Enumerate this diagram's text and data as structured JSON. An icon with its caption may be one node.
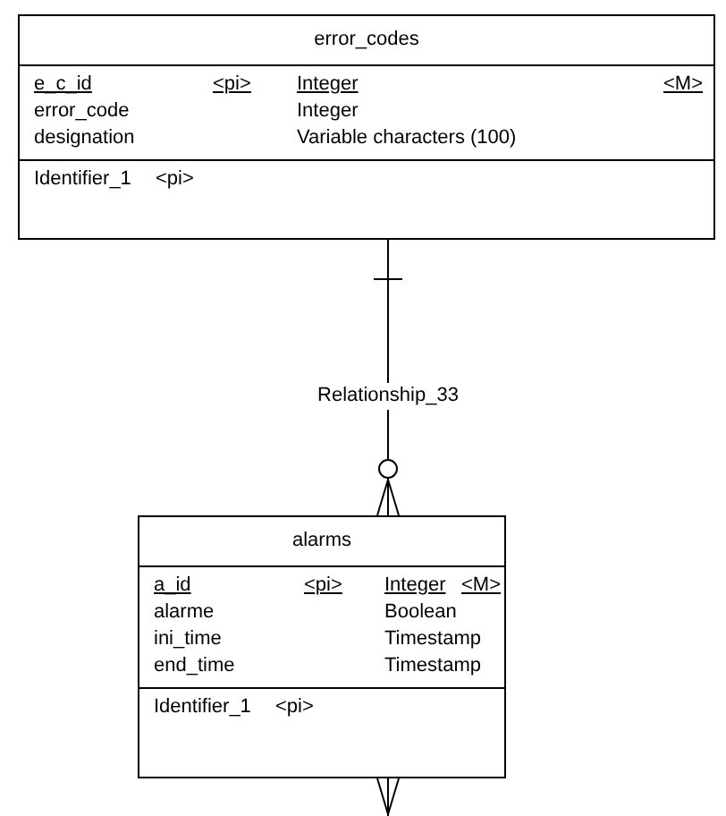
{
  "diagram": {
    "nodes": [
      {
        "text": [
          "error_codes",
          "e_c_id",
          "<pi>",
          "Integer",
          "<M>",
          "error_code",
          "Integer",
          "designation",
          "Variable characters (100)",
          "Identifier_1",
          "<pi>"
        ]
      },
      {
        "text": [
          "alarms",
          "a_id",
          "<pi>",
          "Integer",
          "<M>",
          "alarme",
          "Boolean",
          "ini_time",
          "Timestamp",
          "end_time",
          "Timestamp",
          "Identifier_1",
          "<pi>"
        ]
      }
    ],
    "edges": [
      {
        "from": 0,
        "to": 1,
        "arrow": "other",
        "label": "Relationship_33"
      },
      {
        "from": null,
        "to": 1,
        "arrow": "other"
      }
    ]
  }
}
